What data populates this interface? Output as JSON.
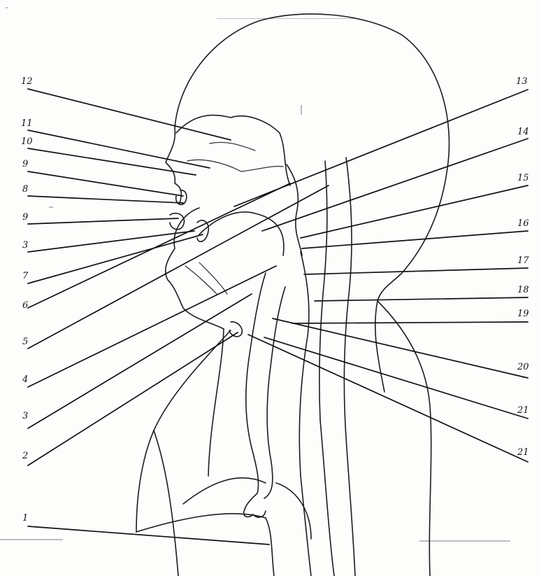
{
  "diagram": {
    "labels": [
      {
        "id": "l12",
        "text": "12"
      },
      {
        "id": "l11",
        "text": "11"
      },
      {
        "id": "l10",
        "text": "10"
      },
      {
        "id": "l9a",
        "text": "9"
      },
      {
        "id": "l8",
        "text": "8"
      },
      {
        "id": "l9b",
        "text": "9"
      },
      {
        "id": "l3a",
        "text": "3"
      },
      {
        "id": "l7",
        "text": "7"
      },
      {
        "id": "l6",
        "text": "6"
      },
      {
        "id": "l5",
        "text": "5"
      },
      {
        "id": "l4",
        "text": "4"
      },
      {
        "id": "l3b",
        "text": "3"
      },
      {
        "id": "l2",
        "text": "2"
      },
      {
        "id": "l1",
        "text": "1"
      },
      {
        "id": "l13",
        "text": "13"
      },
      {
        "id": "l14",
        "text": "14"
      },
      {
        "id": "l15",
        "text": "15"
      },
      {
        "id": "l16",
        "text": "16"
      },
      {
        "id": "l17",
        "text": "17"
      },
      {
        "id": "l18",
        "text": "18"
      },
      {
        "id": "l19",
        "text": "19"
      },
      {
        "id": "l20",
        "text": "20"
      },
      {
        "id": "l21",
        "text": "21"
      },
      {
        "id": "l22",
        "text": "21"
      }
    ]
  }
}
